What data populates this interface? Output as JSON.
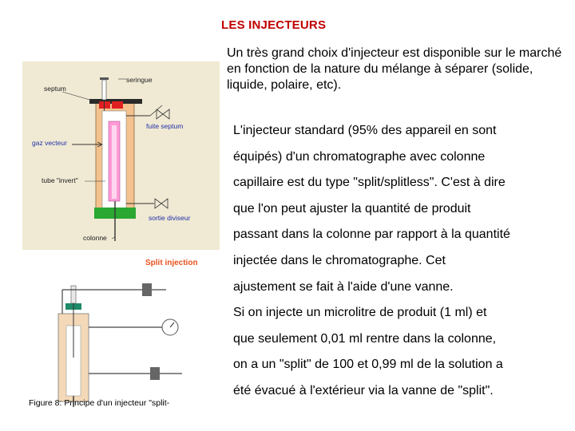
{
  "header": {
    "title": "LES INJECTEURS"
  },
  "intro_text": "Un très grand choix d'injecteur est disponible sur le marché en fonction de la nature du mélange à séparer (solide, liquide, polaire, etc).",
  "body_lines": [
    "L'injecteur standard (95% des appareil en sont",
    "équipés) d'un chromatographe avec colonne",
    "capillaire est du type \"split/splitless\". C'est à dire",
    "que l'on peut ajuster la quantité de produit",
    "passant dans la colonne par rapport à la quantité",
    "injectée dans le chromatographe. Cet",
    "ajustement se fait à l'aide d'une vanne.",
    "Si on injecte un microlitre de produit (1 ml) et",
    "que seulement 0,01 ml rentre dans la colonne,",
    "on a un \"split\" de 100 et 0,99 ml de la solution a",
    "été évacué à l'extérieur via la vanne de \"split\"."
  ],
  "diagram1": {
    "labels": {
      "septum": "septum",
      "seringue": "seringue",
      "fuite_septum": "fuite septum",
      "gaz_vecteur": "gaz vecteur",
      "tube_invert": "tube \"invert\"",
      "sortie_diviseur": "sortie diviseur",
      "colonne": "colonne"
    },
    "colors": {
      "background": "#f0ead4",
      "body": "#f3c28e",
      "septum": "#e02020",
      "column_base": "#2aa832",
      "liner": "#ff9ad6",
      "label_dark": "#1a1a1a",
      "label_blue": "#1f2fa8"
    }
  },
  "diagram2": {
    "title": "Split injection",
    "caption": "Figure 8: Principe d'un injecteur \"split-",
    "colors": {
      "title": "#e8501e",
      "septum": "#1e8a6a",
      "body": "#f4d9b8"
    }
  }
}
